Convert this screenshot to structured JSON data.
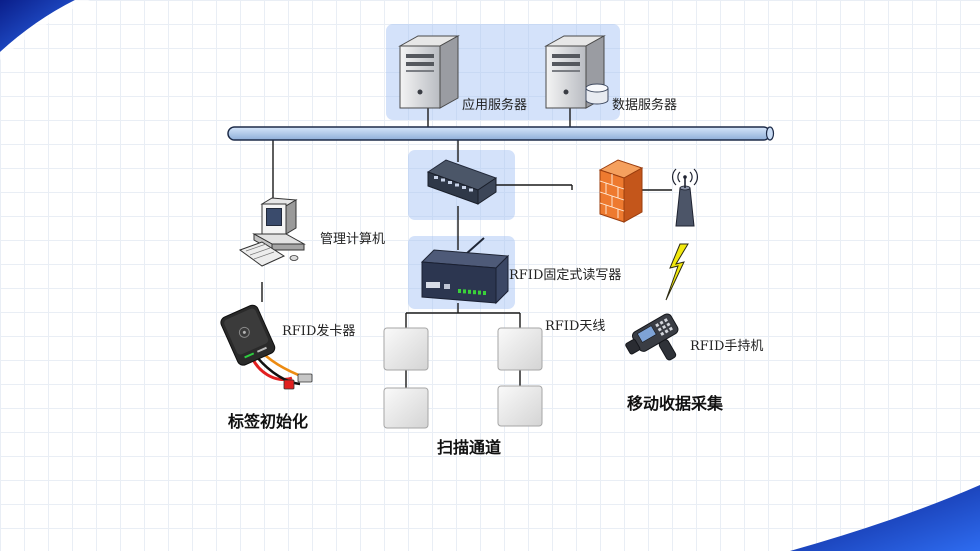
{
  "labels": {
    "app_server": "应用服务器",
    "db_server": "数据服务器",
    "mgmt_pc": "管理计算机",
    "fixed_reader": "RFID固定式读写器",
    "antenna": "RFID天线",
    "card_issuer": "RFID发卡器",
    "handheld": "RFID手持机"
  },
  "sections": {
    "tag_init": "标签初始化",
    "scan_channel": "扫描通道",
    "mobile_collect": "移动收据采集"
  },
  "colors": {
    "group_bg": "#b9cdf5",
    "bus": "#aec8ea",
    "corner_accent": "#1733c9",
    "firewall": "#e8742c"
  },
  "icons": [
    "server-icon",
    "database-icon",
    "switch-icon",
    "firewall-icon",
    "wireless-ap-icon",
    "lightning-icon",
    "desktop-computer-icon",
    "rfid-reader-icon",
    "rfid-antenna-panel-icon",
    "card-issuer-icon",
    "handheld-scanner-icon"
  ]
}
